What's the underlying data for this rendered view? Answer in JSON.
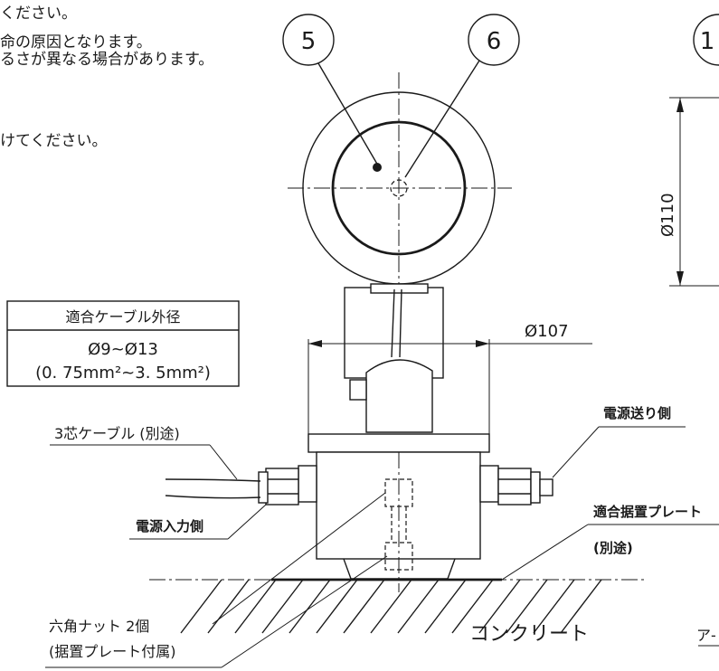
{
  "notes": {
    "line1": "ください。",
    "line2": "命の原因となります。",
    "line3": "るさが異なる場合があります。",
    "line4": "けてください。"
  },
  "callouts": {
    "c5": "5",
    "c6": "6",
    "c1": "1"
  },
  "dimensions": {
    "d110": "Ø110",
    "d107": "Ø107"
  },
  "cable_table": {
    "header": "適合ケーブル外径",
    "row1": "Ø9~Ø13",
    "row2": "(0. 75mm²~3. 5mm²)"
  },
  "labels": {
    "cable": "3芯ケーブル (別途)",
    "power_in": "電源入力側",
    "power_out": "電源送り側",
    "plate": "適合据置プレート",
    "plate_sep": "(別途)",
    "nut1": "六角ナット  2個",
    "nut2": "(据置プレート付属)",
    "concrete": "コンクリート",
    "bottom_right": "ア-"
  }
}
